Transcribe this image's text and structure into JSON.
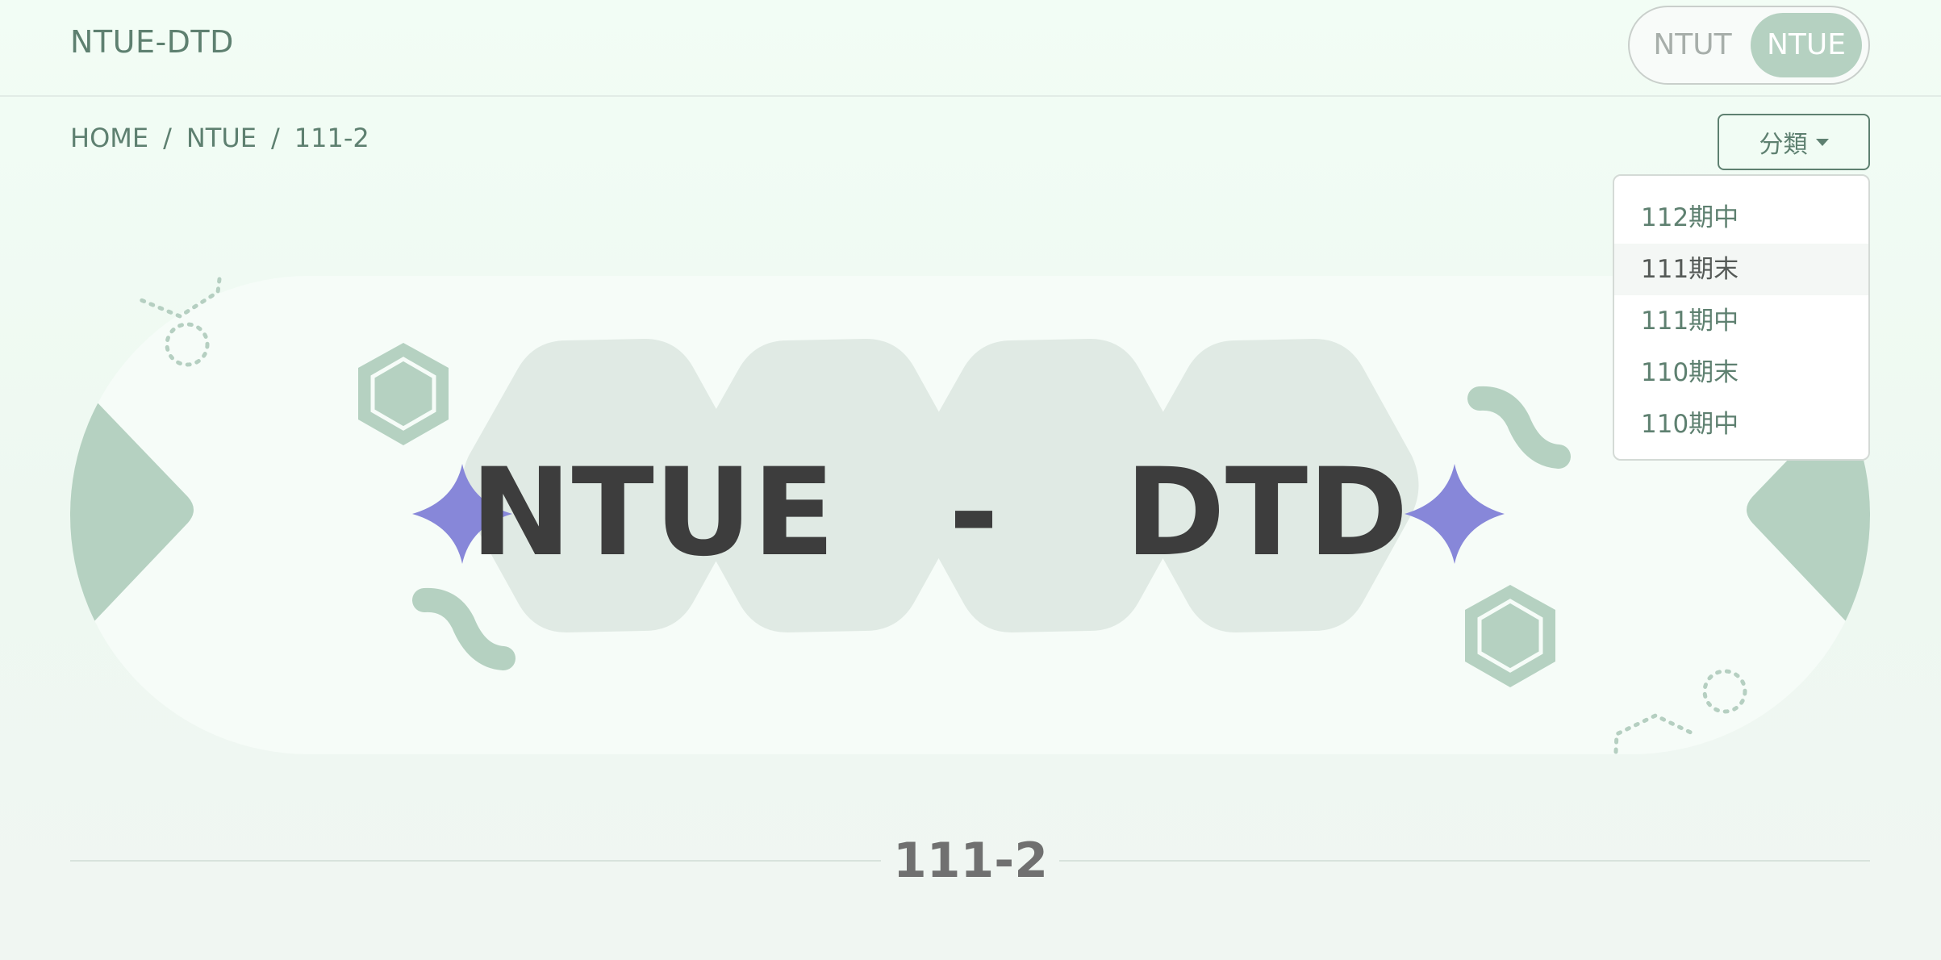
{
  "header": {
    "brand": "NTUE-DTD",
    "school_toggle": {
      "options": [
        "NTUT",
        "NTUE"
      ],
      "selected": "NTUE"
    }
  },
  "breadcrumb": {
    "items": [
      "HOME",
      "NTUE",
      "111-2"
    ],
    "separator": "/"
  },
  "category": {
    "button_label": "分類",
    "options": [
      "112期中",
      "111期末",
      "111期中",
      "110期末",
      "110期中"
    ],
    "highlighted": "111期末"
  },
  "banner": {
    "title_letters": [
      "NTUE",
      "-",
      "DTD"
    ],
    "colors": {
      "accent_green": "#b5d1c1",
      "hex_fill": "#e0eae4",
      "star": "#8787d9",
      "text": "#3d3d3d"
    }
  },
  "section": {
    "title": "111-2"
  }
}
